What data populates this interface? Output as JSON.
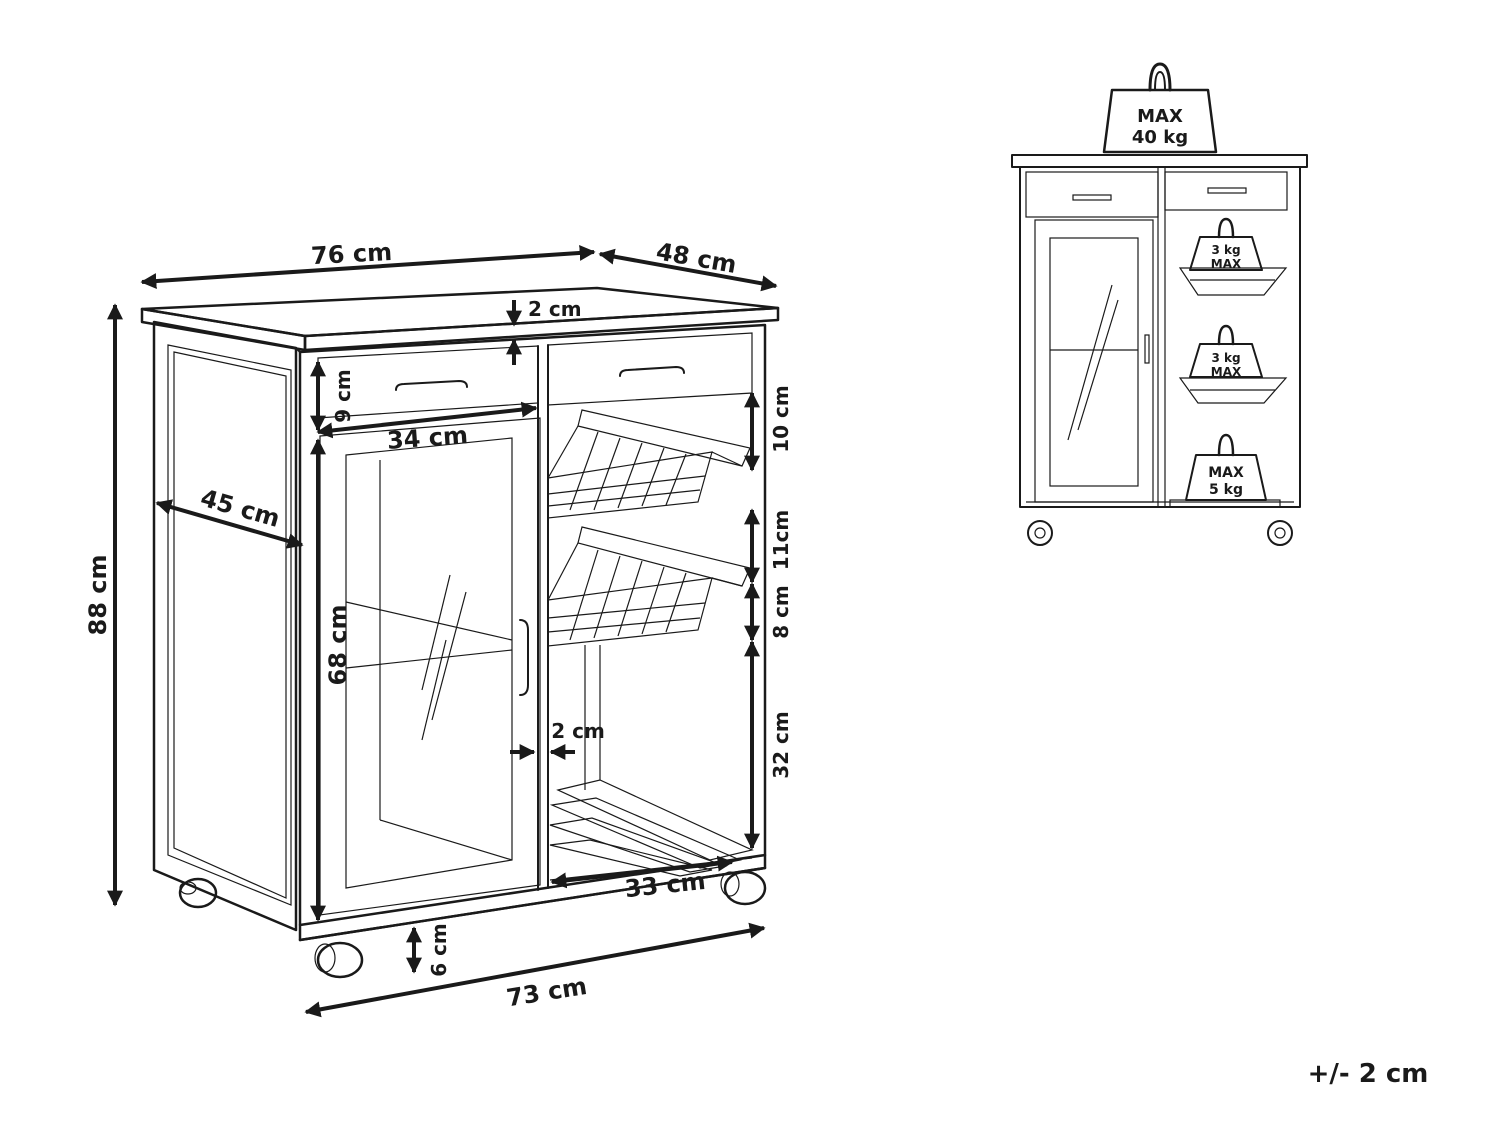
{
  "dimensions": {
    "width_top": "76 cm",
    "depth_top": "48 cm",
    "top_thickness": "2 cm",
    "drawer_height": "9 cm",
    "drawer_width": "34 cm",
    "side_depth": "45 cm",
    "total_height": "88 cm",
    "cabinet_height": "68 cm",
    "basket_gap_top": "10 cm",
    "basket_gap_mid": "11cm",
    "basket_height": "8 cm",
    "divider": "2 cm",
    "bottom_space": "32 cm",
    "rack_width": "33 cm",
    "wheel_height": "6 cm",
    "width_bottom": "73 cm"
  },
  "load_labels": {
    "top_max": "MAX",
    "top_weight": "40 kg",
    "basket1_weight": "3 kg",
    "basket1_max": "MAX",
    "basket2_weight": "3 kg",
    "basket2_max": "MAX",
    "rack_max": "MAX",
    "rack_weight": "5 kg"
  },
  "tolerance": "+/- 2 cm",
  "colors": {
    "ink": "#1a1a1a",
    "background": "#ffffff"
  }
}
